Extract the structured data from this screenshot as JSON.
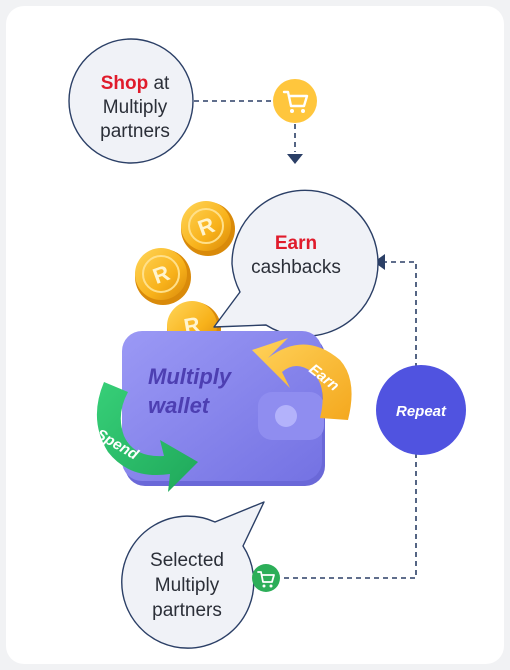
{
  "bubbles": {
    "shop": {
      "highlight": "Shop",
      "rest_line1": " at",
      "line2": "Multiply",
      "line3": "partners"
    },
    "earn": {
      "highlight": "Earn",
      "line2": "cashbacks"
    },
    "selected": {
      "line1": "Selected",
      "line2": "Multiply",
      "line3": "partners"
    }
  },
  "wallet": {
    "line1": "Multiply",
    "line2": "wallet"
  },
  "arrows": {
    "earn": "Earn",
    "spend": "Spend"
  },
  "repeat": {
    "label": "Repeat"
  },
  "icons": {
    "shop_cart": "shopping-cart-icon",
    "selected_cart": "shopping-cart-icon",
    "coin_symbol": "R"
  },
  "colors": {
    "highlight": "#e01b2b",
    "bubble_fill": "#f0f2f7",
    "bubble_stroke": "#2b3f66",
    "wallet_body": "#8a88ee",
    "earn_arrow": "#ffbf3c",
    "spend_arrow": "#2fc16c",
    "repeat_circle": "#5053e0",
    "dashed_line": "#2b3f66",
    "coin": "#f8b21b"
  }
}
